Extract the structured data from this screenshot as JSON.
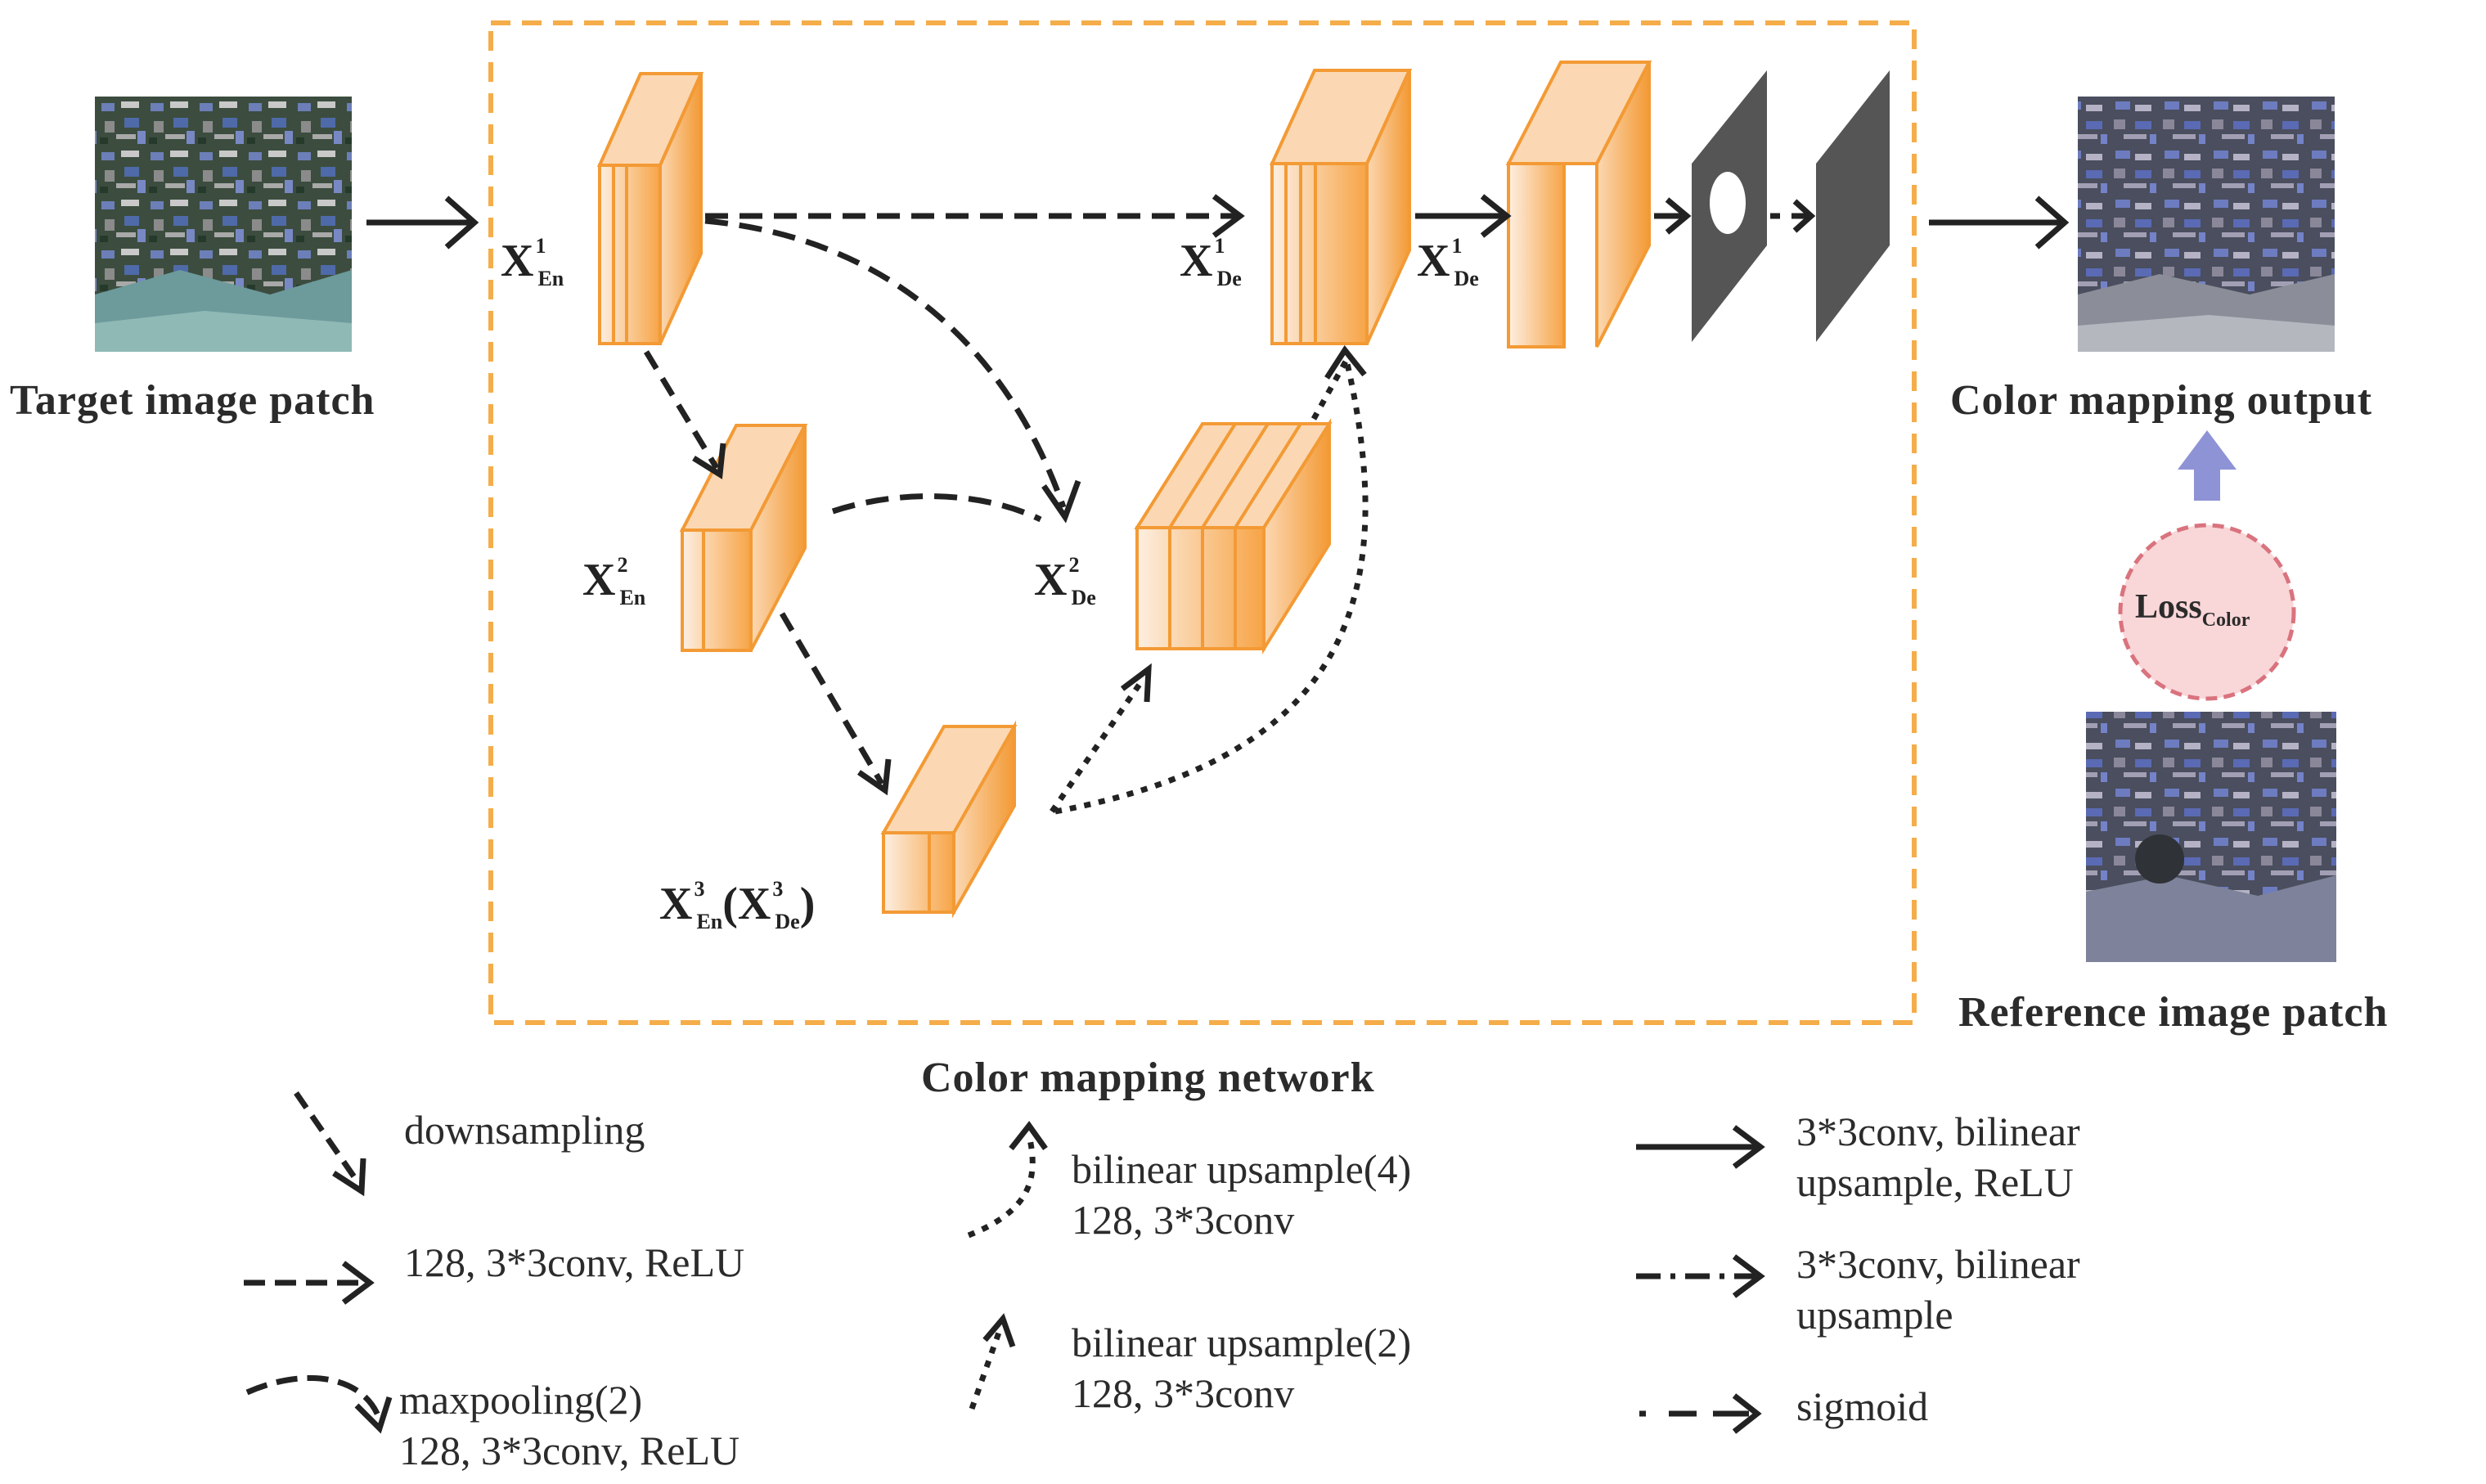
{
  "captions": {
    "target": "Target image patch",
    "output": "Color  mapping  output",
    "reference": "Reference image patch",
    "network": "Color mapping network"
  },
  "loss": {
    "main": "Loss",
    "sub": "Color"
  },
  "nodes": {
    "en1": {
      "base": "X",
      "sup": "1",
      "sub": "En"
    },
    "en2": {
      "base": "X",
      "sup": "2",
      "sub": "En"
    },
    "en3": {
      "base": "X",
      "sup": "3",
      "sub": "En",
      "base2": "X",
      "sup2": "3",
      "sub2": "De",
      "open": "(",
      "close": ")"
    },
    "de1": {
      "base": "X",
      "sup": "1",
      "sub": "De"
    },
    "de1b": {
      "base": "X",
      "sup": "1",
      "sub": "De"
    },
    "de2": {
      "base": "X",
      "sup": "2",
      "sub": "De"
    }
  },
  "legend": {
    "downsampling": "downsampling",
    "conv_relu": "128, 3*3conv, ReLU",
    "maxpool_line1": "maxpooling(2)",
    "maxpool_line2": "128, 3*3conv, ReLU",
    "bilinear4_line1": "bilinear upsample(4)",
    "bilinear4_line2": "128, 3*3conv",
    "bilinear2_line1": "bilinear upsample(2)",
    "bilinear2_line2": "128, 3*3conv",
    "conv_bilinear_relu_line1": "3*3conv, bilinear",
    "conv_bilinear_relu_line2": "upsample, ReLU",
    "conv_bilinear_line1": "3*3conv, bilinear",
    "conv_bilinear_line2": "upsample",
    "sigmoid": "sigmoid"
  },
  "colors": {
    "block_orange": "#f7a446",
    "block_face": "#fbe3cc",
    "frame_dashed": "#f5ad4a",
    "dark_plane": "#555555",
    "loss_fill": "#f9d6d8",
    "loss_stroke": "#d9737e",
    "up_arrow": "#8e93d6",
    "arrow": "#222222"
  }
}
